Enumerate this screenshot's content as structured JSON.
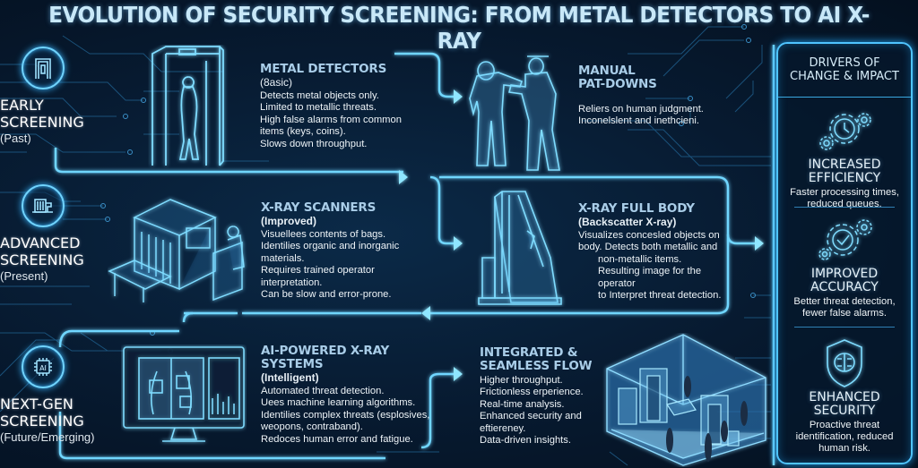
{
  "title": "EVOLUTION OF SECURITY SCREENING: FROM METAL DETECTORS TO AI X-RAY",
  "eras": [
    {
      "title": "EARLY\nSCREENING",
      "subtitle": "(Past)",
      "icon": "walkthrough-gate-icon"
    },
    {
      "title": "ADVANCED\nSCREENING",
      "subtitle": "(Present)",
      "icon": "baggage-scanner-icon"
    },
    {
      "title": "NEXT-GEN\nSCREENING",
      "subtitle": "(Future/Emerging)",
      "icon": "ai-chip-icon"
    }
  ],
  "stages": {
    "metal_detectors": {
      "heading": "METAL DETECTORS",
      "subheading": "(8asic)",
      "points": [
        "Detects metal objects only.",
        "Limited to metallic threats.",
        "High false alarms from common",
        "items (keys, coins).",
        "Slows down throughput."
      ]
    },
    "manual_patdowns": {
      "heading": "MANUAL",
      "heading2": "PAT-DOWNS",
      "points": [
        "Reliers on human judgment.",
        "Inconelslent and inethcieni."
      ]
    },
    "xray_scanners": {
      "heading": "X-RAY SCANNERS",
      "subheading": "(Improved)",
      "points": [
        "Visuellees contents of bags.",
        "Identilies organic and inorganic",
        "materials.",
        "Requires trained operator",
        "interpretation.",
        "Can be slow and error-prone."
      ]
    },
    "xray_full_body": {
      "heading": "X-RAY FULL BODY",
      "subheading": "(Backscatter X-ray)",
      "points": [
        "Visualizes concesled objects on",
        "body. Detects both metallic and",
        "non-metallic items.",
        "Resulting image for the operator",
        "to Interpret threat detection."
      ]
    },
    "ai_xray": {
      "heading": "AI-POWERED X-RAY",
      "heading2": "SYSTEMS",
      "subheading": "(Intelligent)",
      "points": [
        "Automated threat detection.",
        "Uees machine learning algorithms.",
        "Identilies complex threats (esplosives,",
        "weopons, contraband).",
        "Redoces human error and fatigue."
      ]
    },
    "integrated_flow": {
      "heading": "INTEGRATED &",
      "heading2": "SEAMLESS FLOW",
      "points": [
        "Higher throughput.",
        "Frictionless erperience.",
        "Real-time analysis.",
        "Enhanced security and",
        "eftiereney.",
        "Data-driven insights."
      ]
    }
  },
  "drivers": {
    "heading": "DRIVERS OF\nCHANGE & IMPACT",
    "items": [
      {
        "title": "INCREASED\nEFFICIENCY",
        "desc": "Faster processing times,\nreduced queues.",
        "icon": "gears-clock-icon"
      },
      {
        "title": "IMPROVED\nACCURACY",
        "desc": "Better threat detection,\nfewer false alarms.",
        "icon": "gears-check-icon"
      },
      {
        "title": "ENHANCED\nSECURITY",
        "desc": "Proactive threat\nidentification, reduced\nhuman risk.",
        "icon": "shield-brain-icon"
      }
    ]
  },
  "colors": {
    "accent": "#4fc4ff",
    "glow": "#38b6ff",
    "background": "#071a30",
    "heading": "#a9cde8"
  }
}
